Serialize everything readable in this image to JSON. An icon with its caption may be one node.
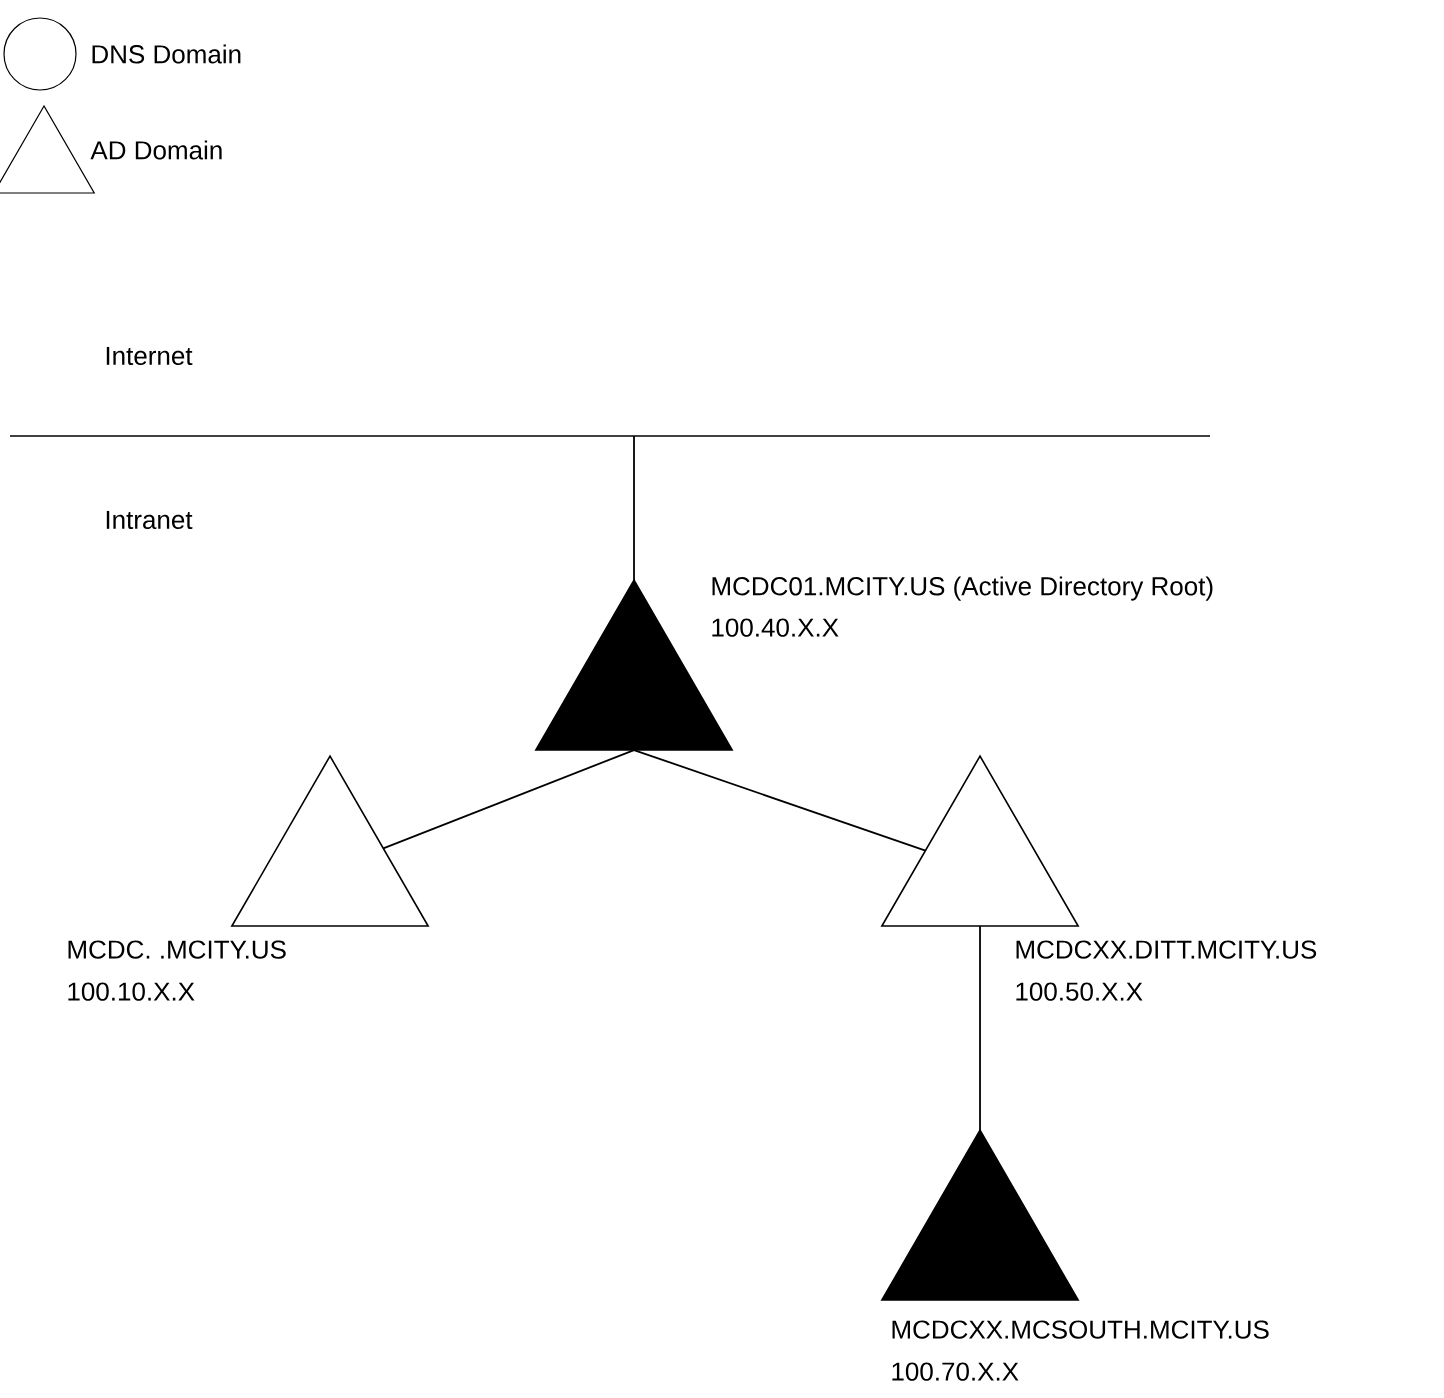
{
  "diagram": {
    "nodes": [
      {
        "text": [],
        "shape": "triangle",
        "beside": [
          "MCDC01.MCITY.US (Active Directory Root)",
          "100.40.X.X"
        ]
      },
      {
        "text": [],
        "shape": "triangle",
        "beside": [
          "MCDC. .MCITY.US",
          "100.10.X.X"
        ]
      },
      {
        "text": [],
        "shape": "triangle",
        "beside": [
          "MCDCXX.DITT.MCITY.US",
          "100.50.X.X"
        ]
      },
      {
        "text": [],
        "shape": "triangle",
        "beside": [
          "MCDCXX.MCSOUTH.MCITY.US",
          "100.70.X.X"
        ]
      }
    ],
    "edges": [
      {
        "from": null,
        "to": 0,
        "arrow": "none"
      },
      {
        "from": 0,
        "to": 1,
        "arrow": "none"
      },
      {
        "from": 0,
        "to": 2,
        "arrow": "none"
      },
      {
        "from": 2,
        "to": 3,
        "arrow": "none"
      }
    ],
    "labels": [
      "Internet",
      "Intranet"
    ],
    "legend": [
      {
        "text": "DNS Domain"
      },
      {
        "text": "AD Domain"
      }
    ]
  }
}
